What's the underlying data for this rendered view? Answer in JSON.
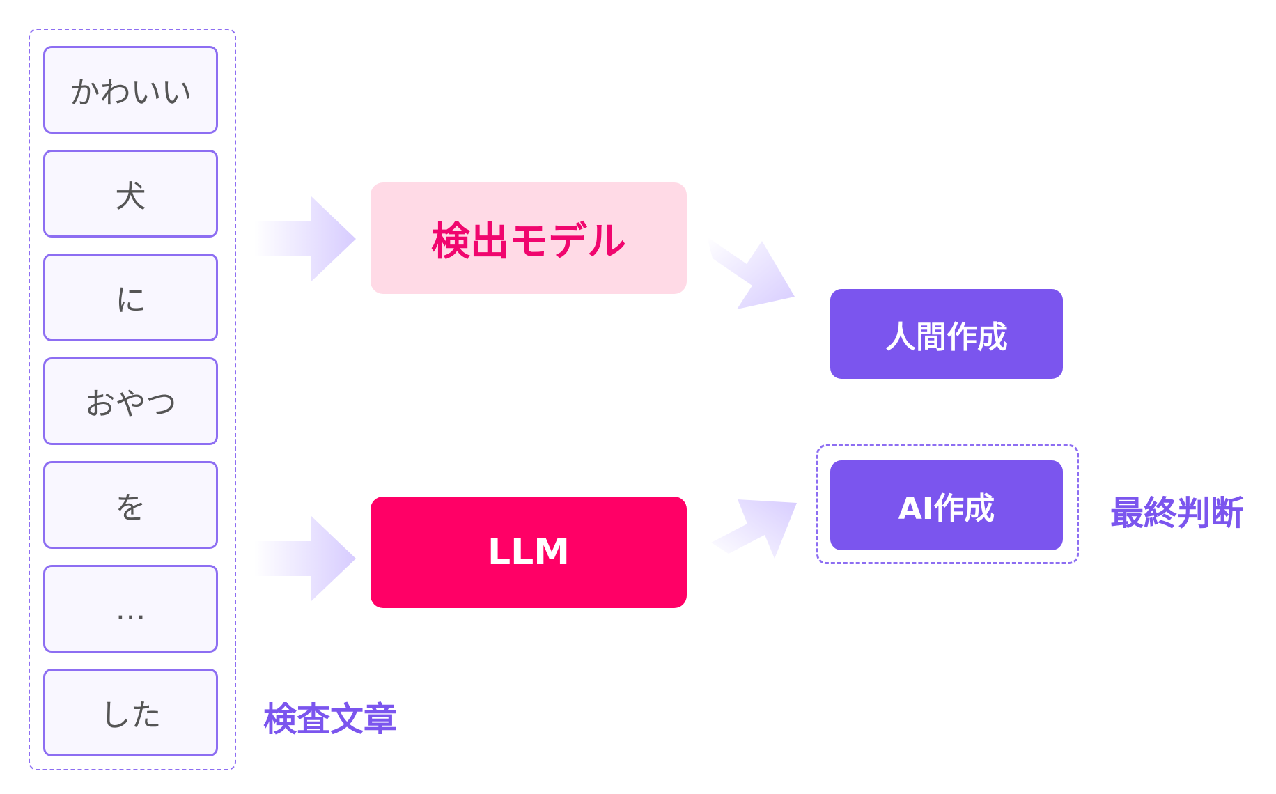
{
  "input": {
    "tokens": [
      "かわいい",
      "犬",
      "に",
      "おやつ",
      "を",
      "…",
      "した"
    ],
    "label": "検査文章"
  },
  "models": {
    "detector": "検出モデル",
    "llm": "LLM"
  },
  "outputs": {
    "human": "人間作成",
    "ai": "AI作成",
    "final_label": "最終判断"
  },
  "colors": {
    "accent_purple": "#7b55ee",
    "outline_purple": "#8d6ef2",
    "detector_bg": "#ffdae6",
    "detector_text": "#f0066e",
    "llm_bg": "#ff0066",
    "arrow": "#d7ccff"
  }
}
